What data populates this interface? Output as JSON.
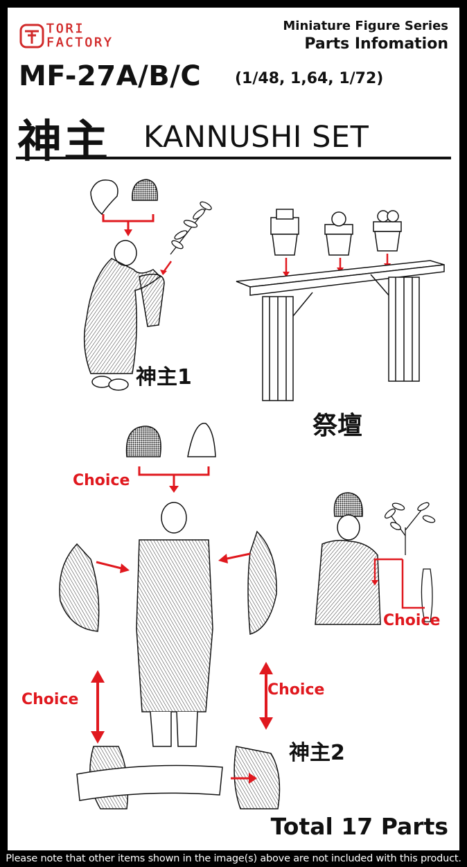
{
  "brand": {
    "line1": "TORI",
    "line2": "FACTORY",
    "accent": "#d12a2a"
  },
  "series": {
    "line1": "Miniature Figure Series",
    "line2": "Parts Infomation"
  },
  "product": {
    "code": "MF-27A/B/C",
    "scales": "(1/48, 1,64, 1/72)",
    "title_jp": "神主",
    "title_en": "KANNUSHI SET"
  },
  "labels": {
    "figure1": "神主1",
    "altar": "祭壇",
    "figure2": "神主2",
    "choice_top": "Choice",
    "choice_right": "Choice",
    "choice_left": "Choice",
    "choice_mid": "Choice"
  },
  "total": "Total 17 Parts",
  "notice": "Please note that other items shown in the image(s) above are not included with this product.",
  "colors": {
    "arrow": "#e0181e",
    "text": "#111111",
    "frame": "#000000"
  }
}
